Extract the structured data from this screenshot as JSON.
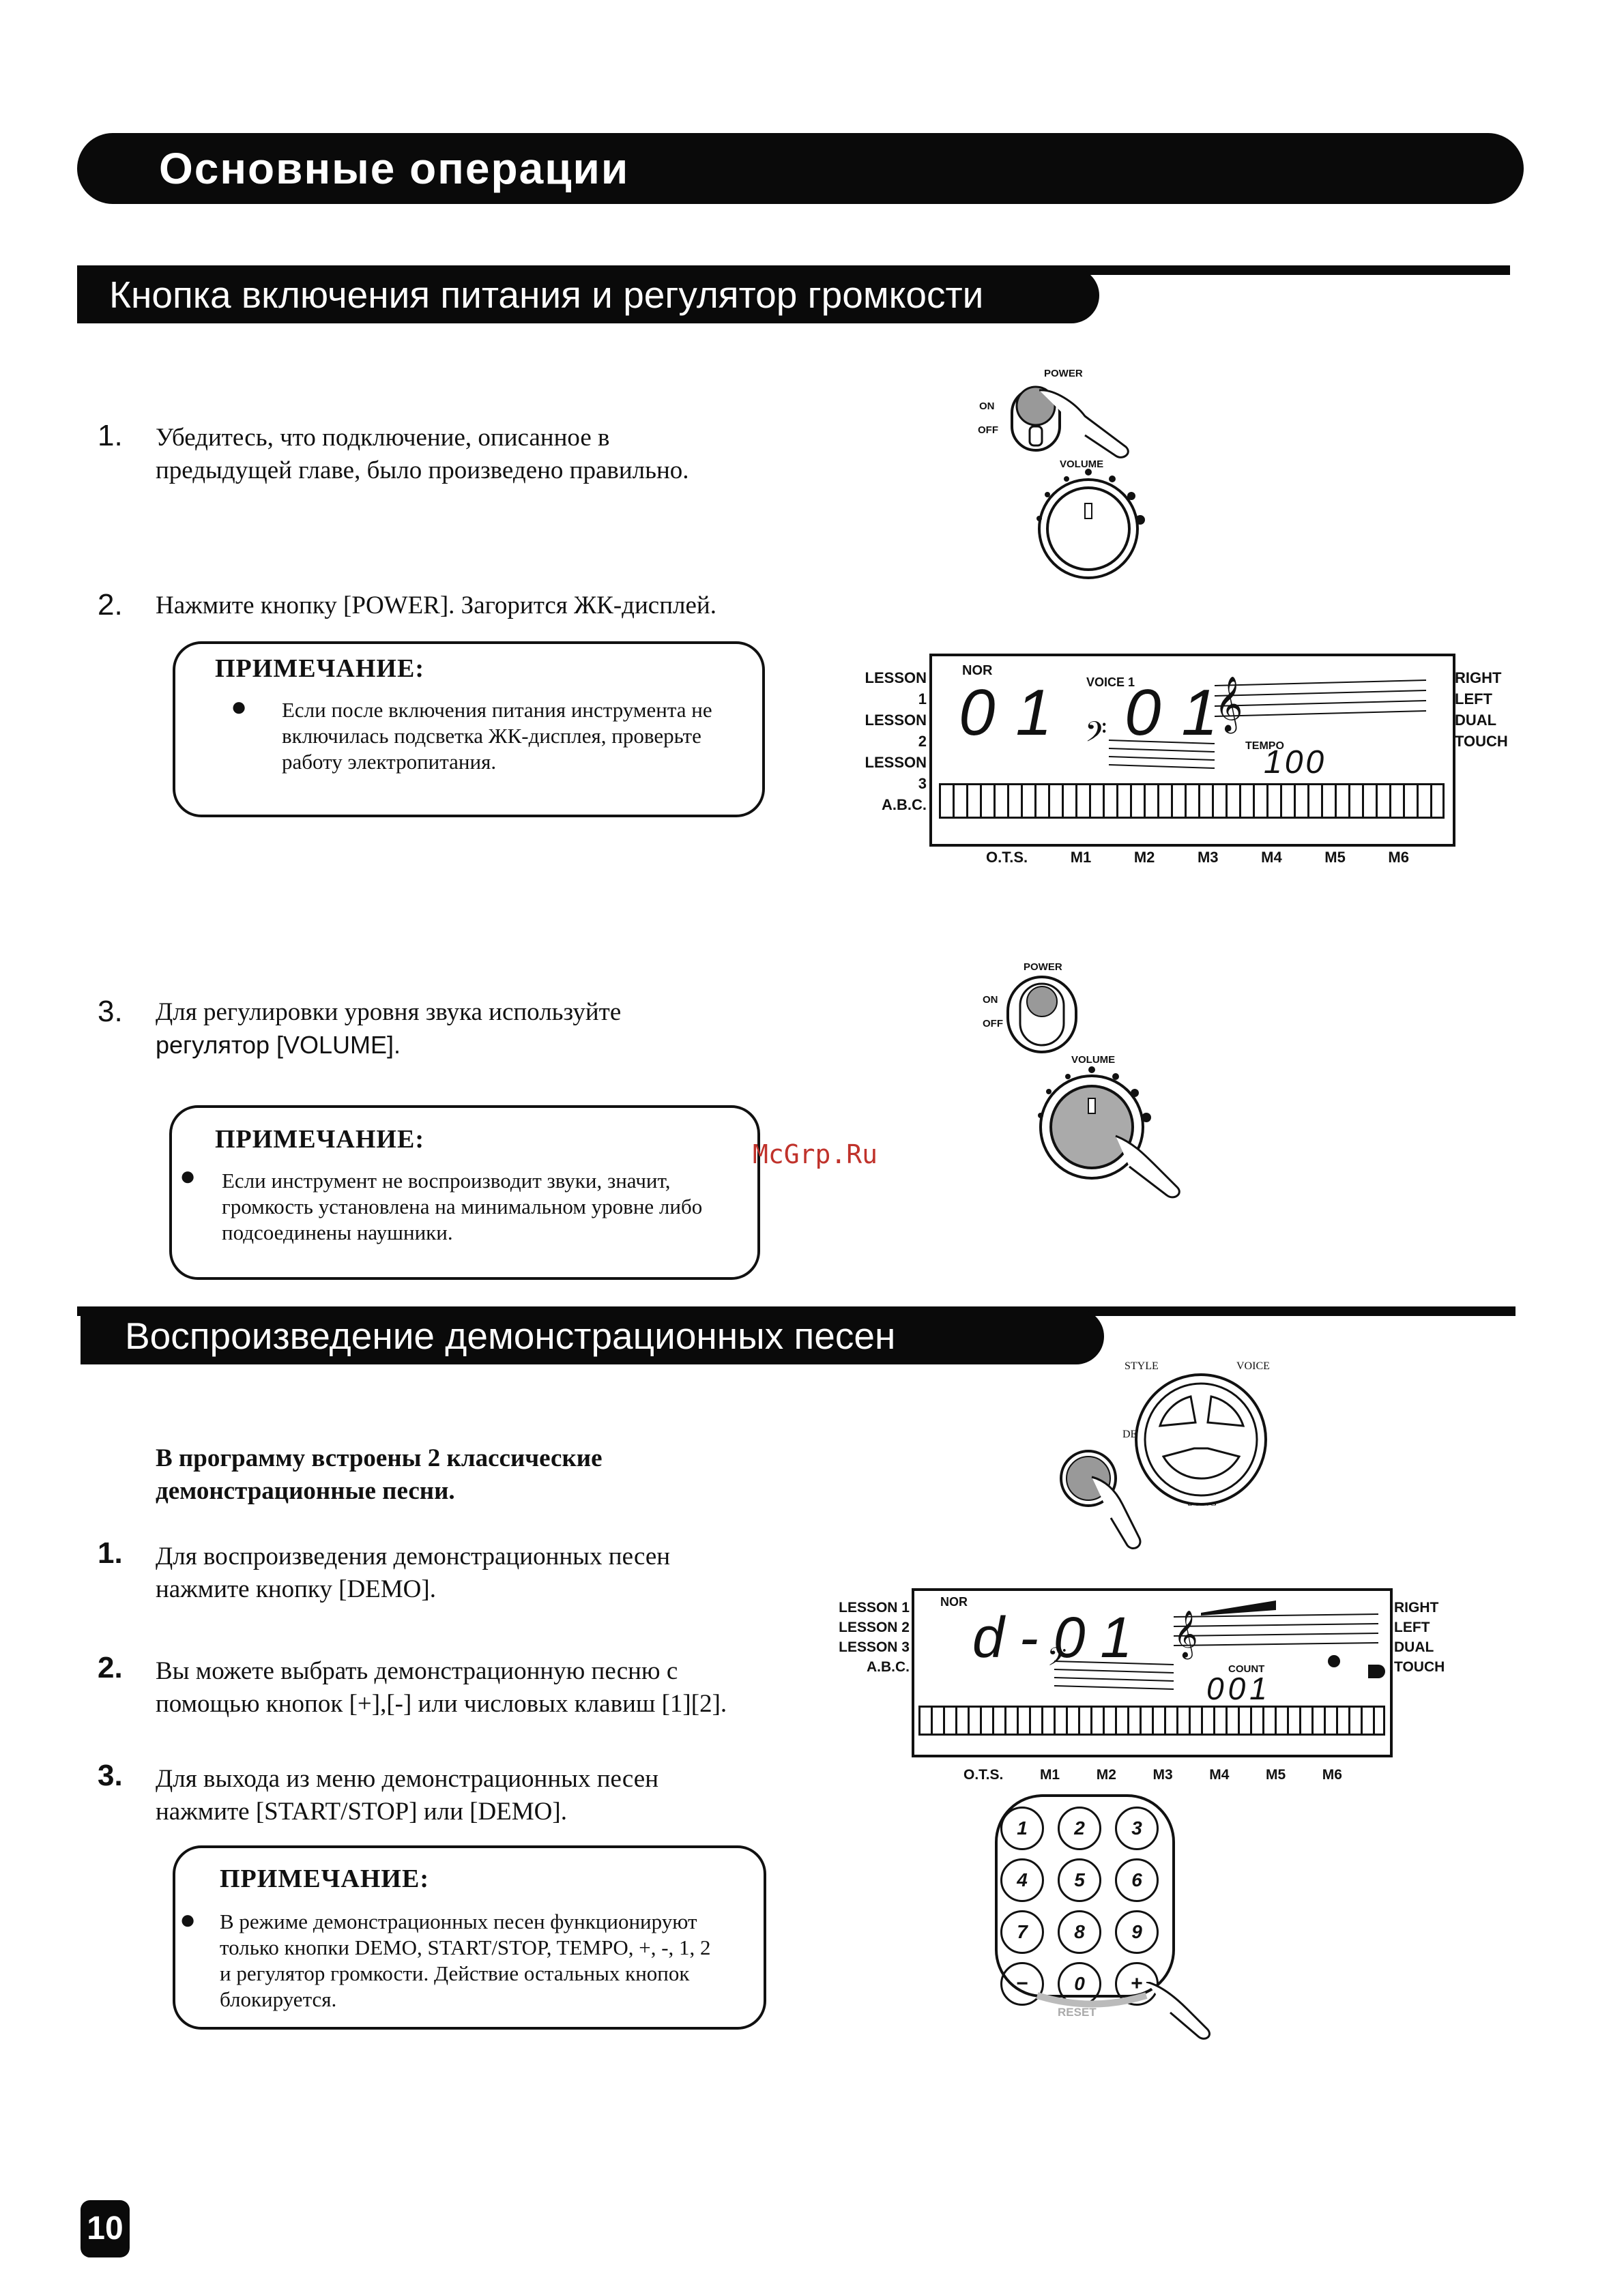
{
  "header": {
    "title": "Основные операции"
  },
  "section1": {
    "title": "Кнопка включения питания и регулятор громкости",
    "steps": [
      {
        "num": "1.",
        "lines": [
          "Убедитесь, что подключение, описанное в",
          "предыдущей главе, было произведено правильно."
        ]
      },
      {
        "num": "2.",
        "lines": [
          "Нажмите кнопку [POWER]. Загорится ЖК-дисплей."
        ]
      },
      {
        "num": "3.",
        "lines": [
          "Для регулировки уровня звука используйте",
          "регулятор [VOLUME]."
        ]
      }
    ],
    "note1": {
      "title": "ПРИМЕЧАНИЕ:",
      "bullet": "●",
      "lines": [
        "Если после включения питания инструмента не",
        "включилась подсветка ЖК-дисплея, проверьте",
        "работу электропитания."
      ]
    },
    "note2": {
      "title": "ПРИМЕЧАНИЕ:",
      "bullet": "●",
      "lines": [
        "Если инструмент не воспроизводит звуки, значит,",
        "громкость установлена на минимальном уровне либо",
        "подсоединены наушники."
      ]
    }
  },
  "section2": {
    "title": "Воспроизведение демонстрационных песен",
    "intro": [
      "В программу встроены 2 классические",
      "демонстрационные песни."
    ],
    "steps": [
      {
        "num": "1.",
        "lines": [
          "Для воспроизведения демонстрационных песен",
          "нажмите кнопку [DEMO]."
        ]
      },
      {
        "num": "2.",
        "lines": [
          "Вы можете выбрать демонстрационную песню с",
          "помощью кнопок [+],[-] или числовых клавиш [1][2]."
        ]
      },
      {
        "num": "3.",
        "lines": [
          "Для выхода из меню демонстрационных песен",
          "нажмите [START/STOP] или [DEMO]."
        ]
      }
    ],
    "note": {
      "title": "ПРИМЕЧАНИЕ:",
      "bullet": "●",
      "lines": [
        "В режиме демонстрационных песен функционируют",
        "только кнопки DEMO, START/STOP, TEMPO, +, -, 1, 2",
        "и регулятор громкости. Действие остальных кнопок",
        "блокируется."
      ]
    }
  },
  "fig_power1": {
    "power": "POWER",
    "on": "ON",
    "off": "OFF",
    "volume": "VOLUME"
  },
  "fig_power2": {
    "power": "POWER",
    "on": "ON",
    "off": "OFF",
    "volume": "VOLUME"
  },
  "lcd1": {
    "left_labels": [
      "LESSON 1",
      "LESSON 2",
      "LESSON 3",
      "A.B.C."
    ],
    "right_labels": [
      "RIGHT",
      "LEFT",
      "DUAL",
      "TOUCH"
    ],
    "nor": "NOR",
    "voice": "VOICE 1",
    "main_left": "01",
    "main_right": "01",
    "tempo_label": "TEMPO",
    "tempo_value": "100",
    "bottom_labels": [
      "O.T.S.",
      "M1",
      "M2",
      "M3",
      "M4",
      "M5",
      "M6"
    ]
  },
  "lcd2": {
    "left_labels": [
      "LESSON 1",
      "LESSON 2",
      "LESSON 3",
      "A.B.C."
    ],
    "right_labels": [
      "RIGHT",
      "LEFT",
      "DUAL",
      "TOUCH"
    ],
    "nor": "NOR",
    "main": "d-01",
    "count_label": "COUNT",
    "count_value": "001",
    "bottom_labels": [
      "O.T.S.",
      "M1",
      "M2",
      "M3",
      "M4",
      "M5",
      "M6"
    ]
  },
  "fig_demo": {
    "demo": "DEMO",
    "style": "STYLE",
    "voice": "VOICE",
    "song": "SONG"
  },
  "keypad": {
    "keys": [
      "1",
      "2",
      "3",
      "4",
      "5",
      "6",
      "7",
      "8",
      "9",
      "−",
      "0",
      "+"
    ],
    "reset": "RESET"
  },
  "watermark": "McGrp.Ru",
  "page_number": "10"
}
